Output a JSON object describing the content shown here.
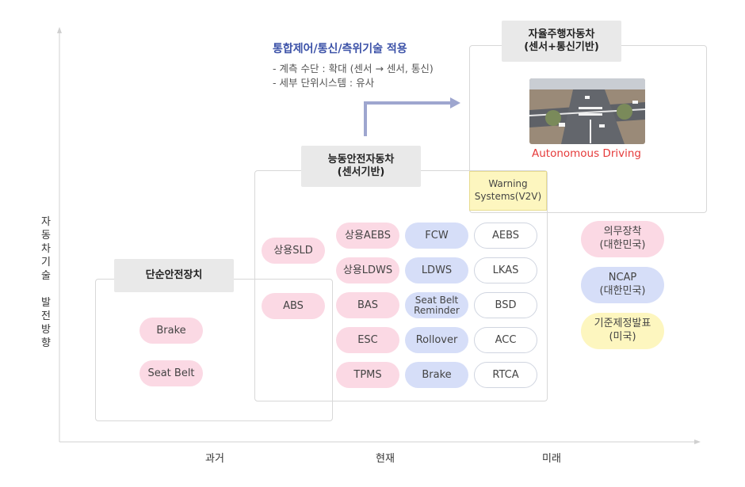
{
  "axes": {
    "y_label": "자\n동\n차\n기\n술\n\n발\n전\n방\n향",
    "x_past": "과거",
    "x_present": "현재",
    "x_future": "미래"
  },
  "stages": {
    "simple": "단순안전장치",
    "active": "능동안전자동차\n(센서기반)",
    "autonomous": "자율주행자동차\n(센서+통신기반)"
  },
  "tech": {
    "title": "통합제어/통신/측위기술 적용",
    "line1": "- 계측 수단 : 확대 (센서 →  센서, 통신)",
    "line2": "- 세부 단위시스템 : 유사"
  },
  "simple_items": [
    "Brake",
    "Seat Belt"
  ],
  "active_col1": [
    "상용SLD",
    "ABS"
  ],
  "active_col2": [
    "상용AEBS",
    "상용LDWS",
    "BAS",
    "ESC",
    "TPMS"
  ],
  "active_col3": [
    "FCW",
    "LDWS",
    "Seat Belt\nReminder",
    "Rollover",
    "Brake"
  ],
  "active_col4": [
    "AEBS",
    "LKAS",
    "BSD",
    "ACC",
    "RTCA"
  ],
  "warning": "Warning\nSystems(V2V)",
  "autonomous_caption": "Autonomous Driving",
  "legend": {
    "mandatory": "의무장착\n(대한민국)",
    "ncap": "NCAP\n(대한민국)",
    "standard": "기준제정발표\n(미국)"
  },
  "colors": {
    "pink": "#fbd9e4",
    "blue": "#d6def8",
    "yellow": "#fdf6bf",
    "arrow": "#9ea6cf",
    "caption_red": "#e53a3a"
  }
}
